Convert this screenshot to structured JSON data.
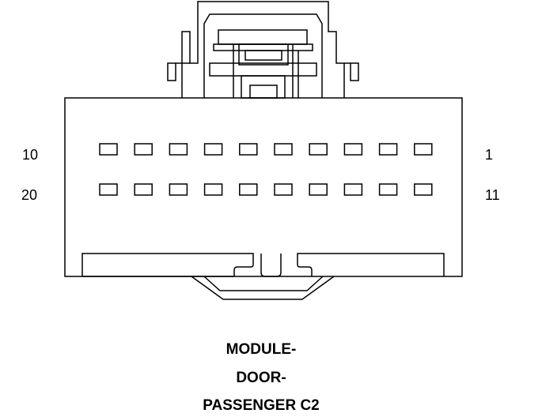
{
  "pin_labels": {
    "top_left": "10",
    "bottom_left": "20",
    "top_right": "1",
    "bottom_right": "11"
  },
  "caption": {
    "line1": "MODULE-",
    "line2": "DOOR-",
    "line3": "PASSENGER C2"
  },
  "connector": {
    "rows": 2,
    "cavities_per_row": 10,
    "stroke_color": "#000000",
    "fill_color": "#ffffff"
  }
}
